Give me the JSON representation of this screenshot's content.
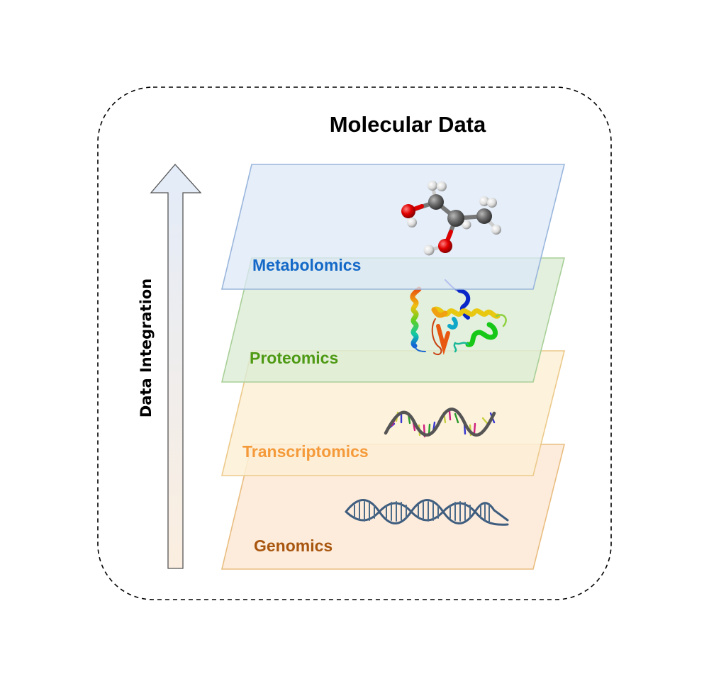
{
  "diagram": {
    "title": "Molecular Data",
    "axis_label": "Data Integration",
    "axis_direction": "up",
    "layers": [
      {
        "id": "metabolomics",
        "label": "Metabolomics",
        "text_color": "#1469c8",
        "fill": "#dce8f7",
        "stroke": "#9ab6dc",
        "illustration": "ball-and-stick-molecule"
      },
      {
        "id": "proteomics",
        "label": "Proteomics",
        "text_color": "#4e9a14",
        "fill": "#dbecd5",
        "stroke": "#a9cf98",
        "illustration": "protein-ribbon"
      },
      {
        "id": "transcriptomics",
        "label": "Transcriptomics",
        "text_color": "#f59a3a",
        "fill": "#fdf0d6",
        "stroke": "#ecc98a",
        "illustration": "rna-strand"
      },
      {
        "id": "genomics",
        "label": "Genomics",
        "text_color": "#a8560f",
        "fill": "#fde9d6",
        "stroke": "#e9bd80",
        "illustration": "dna-double-helix"
      }
    ],
    "colors": {
      "border": "#000000",
      "arrow_stroke": "#555555",
      "arrow_top": "#e3ecf9",
      "arrow_bottom": "#fbeee0"
    }
  }
}
